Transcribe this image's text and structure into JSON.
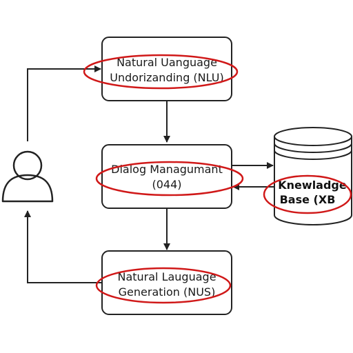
{
  "colors": {
    "stroke": "#222222",
    "highlight": "#d01818",
    "background": "#ffffff"
  },
  "user": {
    "icon": "user-icon"
  },
  "nlu": {
    "line1": "Natural Uanguage",
    "line2": "Undorizanding (NLU)"
  },
  "dm": {
    "line1": "Dialog Managumant",
    "line2": "(044)"
  },
  "nlg": {
    "line1": "Natural Lauguage",
    "line2": "Generation (NUS)"
  },
  "kb": {
    "icon": "database-icon",
    "line1": "Knewladge",
    "line2": "Base (XB"
  }
}
